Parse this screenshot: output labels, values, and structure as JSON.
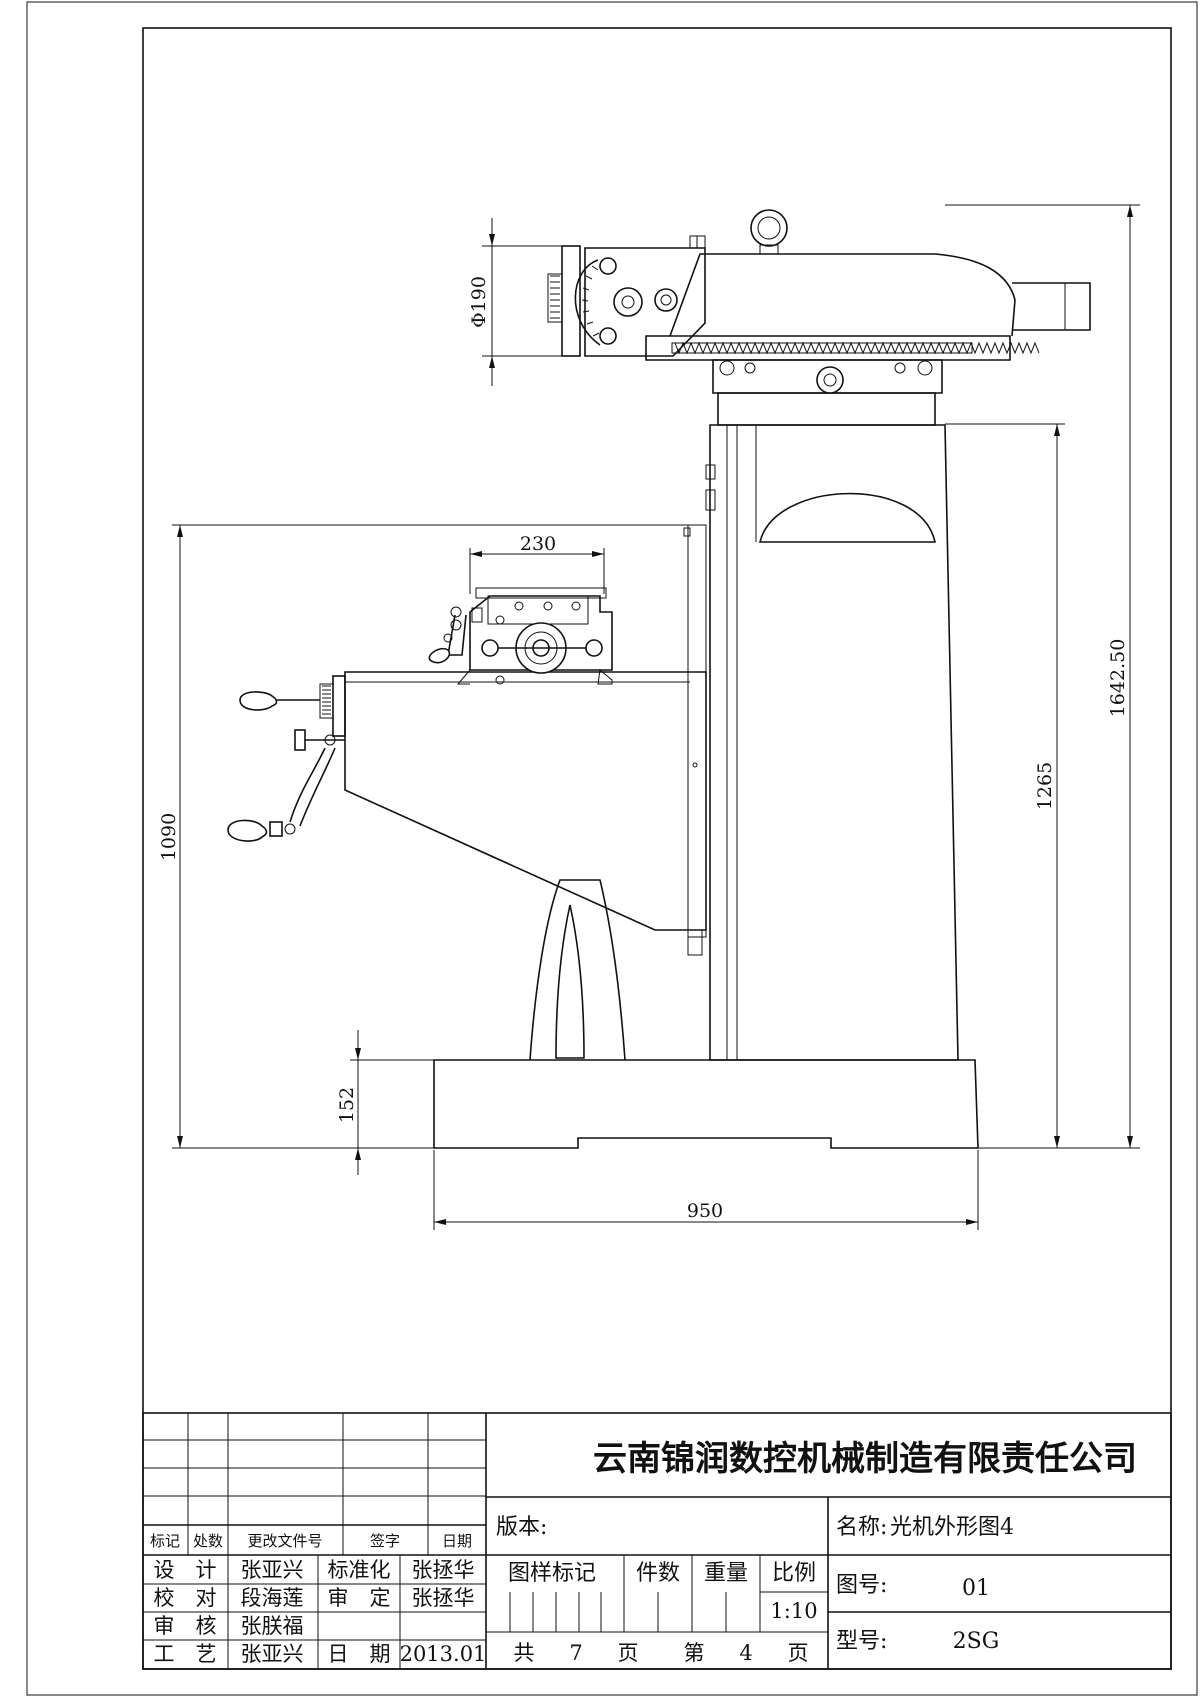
{
  "drawing": {
    "dimensions": {
      "head_diameter": "Φ190",
      "table_width": "230",
      "knee_height": "1090",
      "base_height": "152",
      "base_length": "950",
      "column_height": "1265",
      "overall_height": "1642.50"
    }
  },
  "title_block": {
    "company": "云南锦润数控机械制造有限责任公司",
    "revision_headers": [
      "标记",
      "处数",
      "更改文件号",
      "签字",
      "日期"
    ],
    "rows": [
      [
        "设　计",
        "张亚兴",
        "标准化",
        "张拯华"
      ],
      [
        "校　对",
        "段海莲",
        "审　定",
        "张拯华"
      ],
      [
        "审　核",
        "张朕福",
        "",
        ""
      ],
      [
        "工　艺",
        "张亚兴",
        "日　期",
        "2013.01"
      ]
    ],
    "version_label": "版本:",
    "col_headers": [
      "图样标记",
      "件数",
      "重量",
      "比例"
    ],
    "scale": "1:10",
    "sheets": {
      "total_label": "共",
      "total": "7",
      "page_label": "页",
      "current_label": "第",
      "current": "4",
      "current_page_label": "页"
    },
    "name_label": "名称:",
    "name_value": "光机外形图4",
    "drawing_no_label": "图号:",
    "drawing_no_value": "01",
    "model_label": "型号:",
    "model_value": "2SG"
  }
}
